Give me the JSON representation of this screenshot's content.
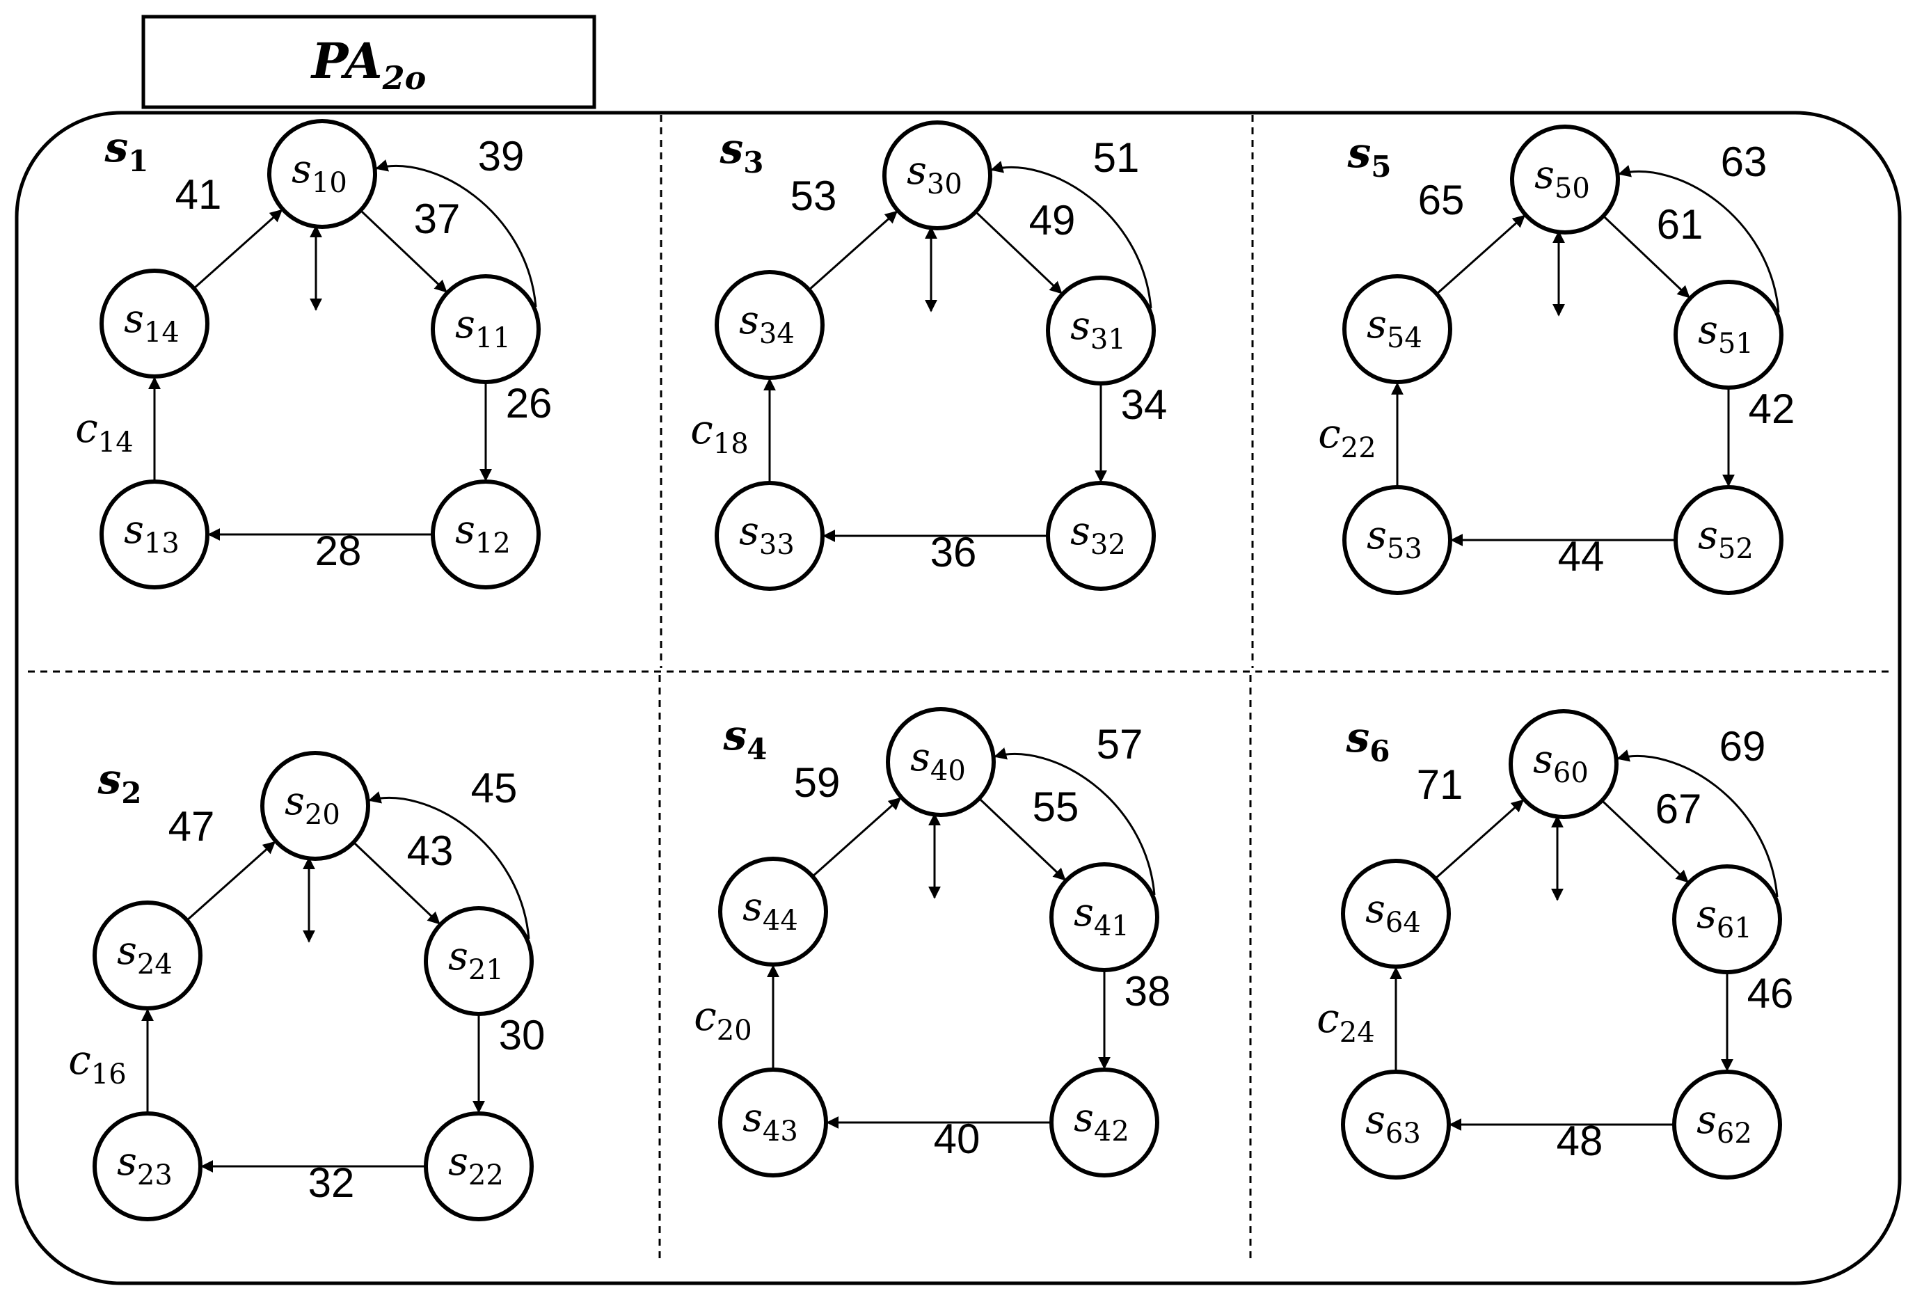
{
  "title": {
    "main": "PA",
    "sub": "2o"
  },
  "panels": [
    {
      "label": {
        "main": "s",
        "sub": "1"
      },
      "states": [
        {
          "main": "s",
          "sub": "10"
        },
        {
          "main": "s",
          "sub": "11"
        },
        {
          "main": "s",
          "sub": "12"
        },
        {
          "main": "s",
          "sub": "13"
        },
        {
          "main": "s",
          "sub": "14"
        }
      ],
      "edges": {
        "e41": "41",
        "e37": "37",
        "e39": "39",
        "e26": "26",
        "e28": "28",
        "c": {
          "main": "c",
          "sub": "14"
        }
      }
    },
    {
      "label": {
        "main": "s",
        "sub": "2"
      },
      "states": [
        {
          "main": "s",
          "sub": "20"
        },
        {
          "main": "s",
          "sub": "21"
        },
        {
          "main": "s",
          "sub": "22"
        },
        {
          "main": "s",
          "sub": "23"
        },
        {
          "main": "s",
          "sub": "24"
        }
      ],
      "edges": {
        "e41": "47",
        "e37": "43",
        "e39": "45",
        "e26": "30",
        "e28": "32",
        "c": {
          "main": "c",
          "sub": "16"
        }
      }
    },
    {
      "label": {
        "main": "s",
        "sub": "3"
      },
      "states": [
        {
          "main": "s",
          "sub": "30"
        },
        {
          "main": "s",
          "sub": "31"
        },
        {
          "main": "s",
          "sub": "32"
        },
        {
          "main": "s",
          "sub": "33"
        },
        {
          "main": "s",
          "sub": "34"
        }
      ],
      "edges": {
        "e41": "53",
        "e37": "49",
        "e39": "51",
        "e26": "34",
        "e28": "36",
        "c": {
          "main": "c",
          "sub": "18"
        }
      }
    },
    {
      "label": {
        "main": "s",
        "sub": "4"
      },
      "states": [
        {
          "main": "s",
          "sub": "40"
        },
        {
          "main": "s",
          "sub": "41"
        },
        {
          "main": "s",
          "sub": "42"
        },
        {
          "main": "s",
          "sub": "43"
        },
        {
          "main": "s",
          "sub": "44"
        }
      ],
      "edges": {
        "e41": "59",
        "e37": "55",
        "e39": "57",
        "e26": "38",
        "e28": "40",
        "c": {
          "main": "c",
          "sub": "20"
        }
      }
    },
    {
      "label": {
        "main": "s",
        "sub": "5"
      },
      "states": [
        {
          "main": "s",
          "sub": "50"
        },
        {
          "main": "s",
          "sub": "51"
        },
        {
          "main": "s",
          "sub": "52"
        },
        {
          "main": "s",
          "sub": "53"
        },
        {
          "main": "s",
          "sub": "54"
        }
      ],
      "edges": {
        "e41": "65",
        "e37": "61",
        "e39": "63",
        "e26": "42",
        "e28": "44",
        "c": {
          "main": "c",
          "sub": "22"
        }
      }
    },
    {
      "label": {
        "main": "s",
        "sub": "6"
      },
      "states": [
        {
          "main": "s",
          "sub": "60"
        },
        {
          "main": "s",
          "sub": "61"
        },
        {
          "main": "s",
          "sub": "62"
        },
        {
          "main": "s",
          "sub": "63"
        },
        {
          "main": "s",
          "sub": "64"
        }
      ],
      "edges": {
        "e41": "71",
        "e37": "67",
        "e39": "69",
        "e26": "46",
        "e28": "48",
        "c": {
          "main": "c",
          "sub": "24"
        }
      }
    }
  ]
}
